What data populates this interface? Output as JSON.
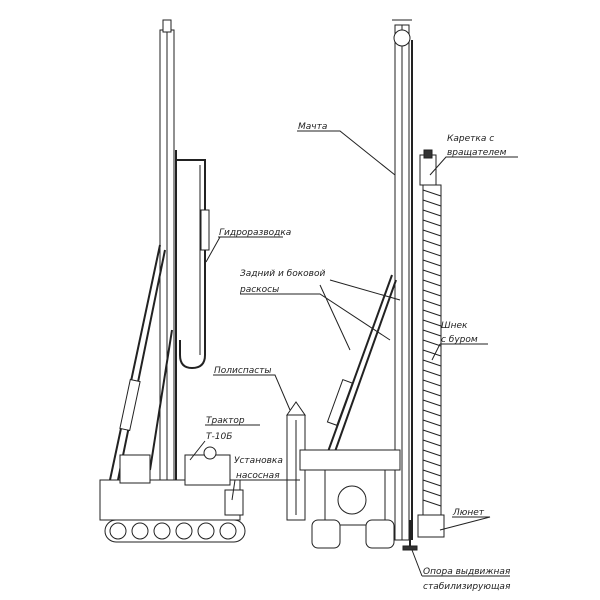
{
  "labels": {
    "mast": "Мачта",
    "carriage_1": "Каретка с",
    "carriage_2": "вращателем",
    "hydraulics": "Гидроразводка",
    "braces_1": "Задний и боковой",
    "braces_2": "раскосы",
    "auger_1": "Шнек",
    "auger_2": "с буром",
    "pulleys": "Полиспасты",
    "tractor_1": "Трактор",
    "tractor_2": "Т-10Б",
    "pump_1": "Установка",
    "pump_2": "насосная",
    "lunette": "Люнет",
    "support_1": "Опора выдвижная",
    "support_2": "стабилизирующая"
  }
}
